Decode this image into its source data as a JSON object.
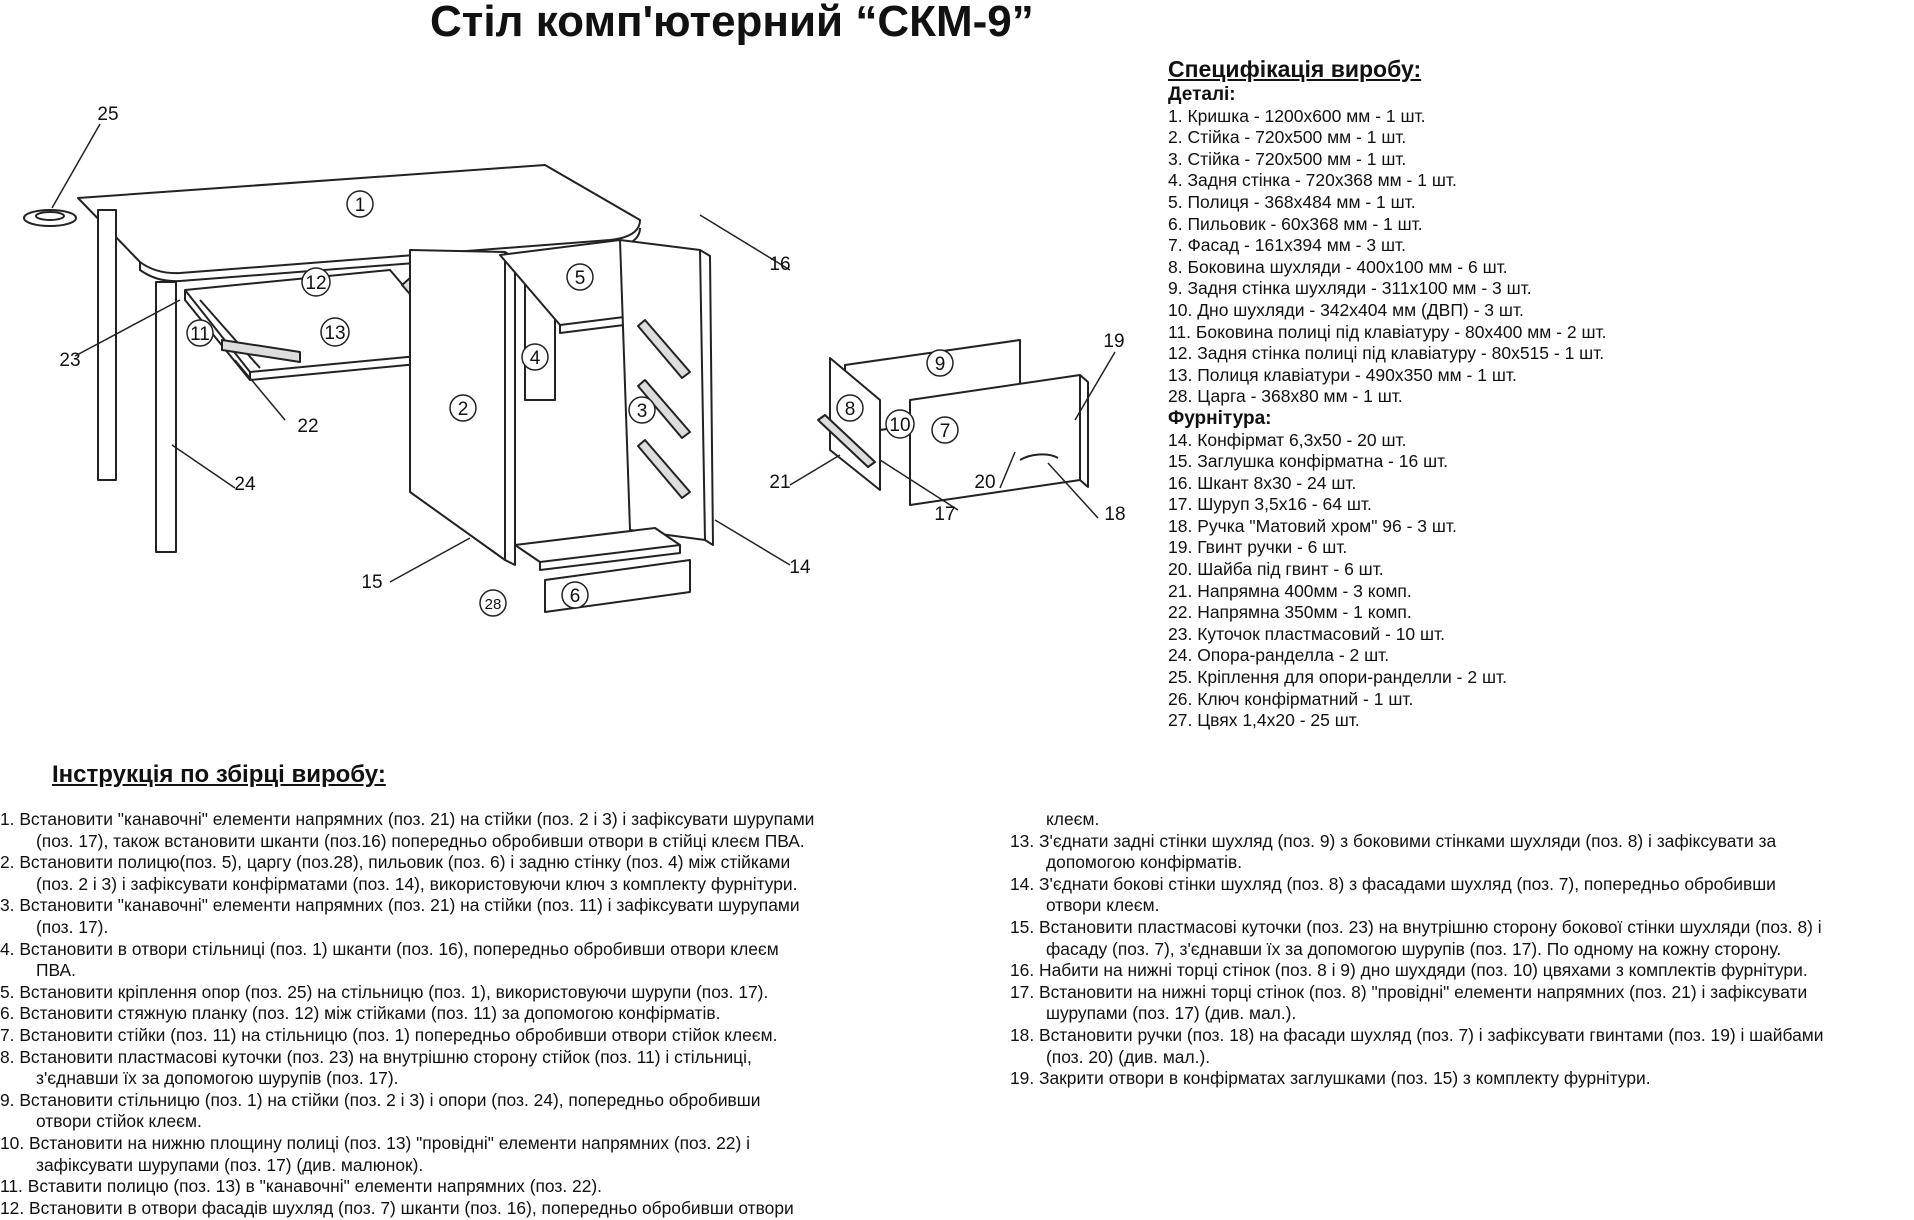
{
  "title": "Стіл комп'ютерний “СКМ-9”",
  "callouts": {
    "c1": "1",
    "c2": "2",
    "c3": "3",
    "c4": "4",
    "c5": "5",
    "c6": "6",
    "c7": "7",
    "c8": "8",
    "c9": "9",
    "c10": "10",
    "c11": "11",
    "c12": "12",
    "c13": "13",
    "c14": "14",
    "c15": "15",
    "c16": "16",
    "c17": "17",
    "c18": "18",
    "c19": "19",
    "c20": "20",
    "c21": "21",
    "c22": "22",
    "c23": "23",
    "c24": "24",
    "c25": "25",
    "c28": "28"
  },
  "spec": {
    "heading": "Специфікація виробу:",
    "parts_heading": "Деталі:",
    "parts": [
      "1. Кришка - 1200х600 мм - 1 шт.",
      "2. Стійка - 720х500 мм - 1 шт.",
      "3. Стійка - 720х500 мм - 1 шт.",
      "4. Задня стінка - 720х368 мм - 1 шт.",
      "5. Полиця - 368х484 мм - 1 шт.",
      "6. Пильовик - 60х368 мм - 1 шт.",
      "7. Фасад - 161х394 мм - 3 шт.",
      "8. Боковина шухляди - 400х100 мм - 6 шт.",
      "9. Задня стінка шухляди - 311х100 мм - 3 шт.",
      "10. Дно шухляди - 342х404 мм (ДВП) - 3 шт.",
      "11. Боковина полиці під клавіатуру - 80х400 мм - 2 шт.",
      "12. Задня стінка полиці під клавіатуру - 80х515 - 1 шт.",
      "13. Полиця клавіатури - 490х350 мм - 1 шт.",
      "28. Царга - 368х80 мм - 1 шт."
    ],
    "hardware_heading": "Фурнітура:",
    "hardware": [
      "14. Конфірмат 6,3х50 - 20 шт.",
      "15. Заглушка конфірматна - 16 шт.",
      "16. Шкант 8х30 - 24 шт.",
      "17. Шуруп 3,5х16 - 64 шт.",
      "18. Ручка \"Матовий хром\" 96 - 3 шт.",
      "19. Гвинт ручки - 6 шт.",
      "20. Шайба під гвинт - 6 шт.",
      "21. Напрямна 400мм - 3 комп.",
      "22. Напрямна 350мм - 1 комп.",
      "23. Куточок пластмасовий - 10 шт.",
      "24. Опора-ранделла - 2 шт.",
      "25. Кріплення для опори-ранделли - 2 шт.",
      "26. Ключ конфірматний - 1 шт.",
      "27. Цвях 1,4х20 - 25 шт."
    ]
  },
  "instructions": {
    "heading": "Інструкція по збірці виробу:",
    "left_lines": [
      {
        "t": "1. Встановити \"канавочні\" елементи напрямних (поз. 21) на стійки (поз. 2 і 3) і зафіксувати шурупами",
        "i": 0
      },
      {
        "t": "(поз. 17), також встановити шканти (поз.16) попередньо обробивши отвори в стійці клеєм ПВА.",
        "i": 1
      },
      {
        "t": "2. Встановити полицю(поз. 5), царгу (поз.28), пильовик (поз. 6) і задню стінку (поз. 4) між стійками",
        "i": 0
      },
      {
        "t": "(поз. 2 і 3) і зафіксувати  конфірматами (поз. 14), використовуючи ключ з комплекту фурнітури.",
        "i": 1
      },
      {
        "t": "3. Встановити \"канавочні\" елементи напрямних (поз. 21) на стійки (поз. 11) і зафіксувати шурупами",
        "i": 0
      },
      {
        "t": "(поз. 17).",
        "i": 1
      },
      {
        "t": "4. Встановити в отвори стільниці (поз. 1) шканти (поз. 16), попередньо обробивши отвори клеєм",
        "i": 0
      },
      {
        "t": "ПВА.",
        "i": 1
      },
      {
        "t": "5. Встановити кріплення опор (поз. 25) на стільницю (поз. 1), використовуючи шурупи (поз. 17).",
        "i": 0
      },
      {
        "t": "6. Встановити стяжную планку (поз. 12) між стійками (поз. 11) за допомогою конфірматів.",
        "i": 0
      },
      {
        "t": "7. Встановити стійки (поз. 11) на стільницю (поз. 1) попередньо обробивши отвори стійок клеєм.",
        "i": 0
      },
      {
        "t": "8. Встановити пластмасові куточки (поз. 23) на внутрішню сторону стійок (поз. 11) і стільниці,",
        "i": 0
      },
      {
        "t": "з'єднавши їх за допомогою шурупів (поз. 17).",
        "i": 1
      },
      {
        "t": "9. Встановити стільницю (поз. 1) на стійки (поз. 2 і 3) і опори (поз. 24), попередньо обробивши",
        "i": 0
      },
      {
        "t": "отвори стійок клеєм.",
        "i": 1
      },
      {
        "t": "10. Встановити на нижню площину полиці (поз. 13) \"провідні\" елементи напрямних (поз. 22) і",
        "i": 0
      },
      {
        "t": "зафіксувати шурупами (поз. 17) (див. малюнок).",
        "i": 1
      },
      {
        "t": "11. Вставити полицю (поз. 13) в \"канавочні\" елементи напрямних (поз. 22).",
        "i": 0
      },
      {
        "t": "12. Встановити в отвори фасадів шухляд (поз. 7) шканти (поз. 16), попередньо обробивши отвори",
        "i": 0
      }
    ],
    "right_lines": [
      {
        "t": "клеєм.",
        "i": 1
      },
      {
        "t": "13. З'єднати задні стінки шухляд (поз. 9) з боковими стінками шухляди (поз. 8) і зафіксувати за",
        "i": 0
      },
      {
        "t": "допомогою конфірматів.",
        "i": 1
      },
      {
        "t": "14. З'єднати бокові стінки шухляд (поз. 8) з фасадами шухляд (поз. 7), попередньо обробивши",
        "i": 0
      },
      {
        "t": "отвори клеєм.",
        "i": 1
      },
      {
        "t": "15. Встановити пластмасові куточки (поз. 23) на внутрішню сторону бокової стінки шухляди (поз. 8) і",
        "i": 0
      },
      {
        "t": "фасаду (поз. 7), з'єднавши їх за допомогою шурупів (поз. 17). По одному на кожну сторону.",
        "i": 1
      },
      {
        "t": "16. Набити на нижні торці стінок (поз. 8 і 9) дно шухдяди (поз. 10) цвяхами з комплектів фурнітури.",
        "i": 0
      },
      {
        "t": "17. Встановити на нижні торці стінок (поз. 8) \"провідні\" елементи напрямних (поз. 21) і зафіксувати",
        "i": 0
      },
      {
        "t": "шурупами (поз. 17) (див. мал.).",
        "i": 1
      },
      {
        "t": "18. Встановити ручки (поз. 18) на фасади шухляд (поз. 7) і зафіксувати гвинтами (поз. 19) і шайбами",
        "i": 0
      },
      {
        "t": "(поз. 20) (див. мал.).",
        "i": 1
      },
      {
        "t": "19. Закрити отвори в конфірматах заглушками (поз. 15) з комплекту фурнітури.",
        "i": 0
      }
    ]
  }
}
